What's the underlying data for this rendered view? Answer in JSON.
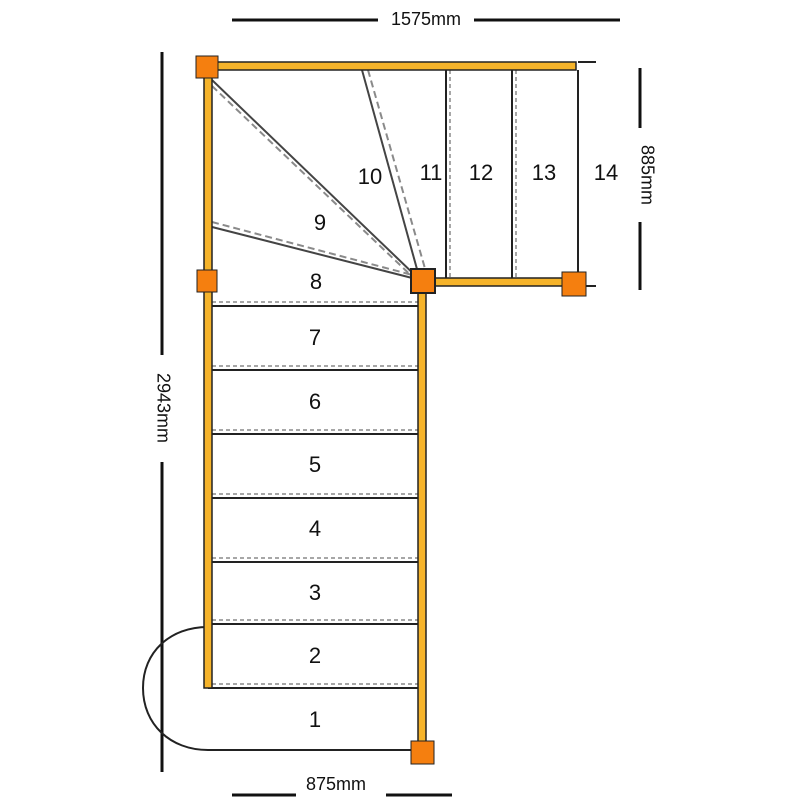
{
  "dimensions": {
    "top_width": "1575mm",
    "left_length": "2943mm",
    "right_height": "885mm",
    "bottom_width": "875mm"
  },
  "treads": [
    "1",
    "2",
    "3",
    "4",
    "5",
    "6",
    "7",
    "8",
    "9",
    "10",
    "11",
    "12",
    "13",
    "14"
  ],
  "colors": {
    "handrail": "#f5b32a",
    "handrail_edge": "#222222",
    "newel_post": "#f57f0f",
    "line": "#222222",
    "dashed": "#8a8a8a"
  }
}
